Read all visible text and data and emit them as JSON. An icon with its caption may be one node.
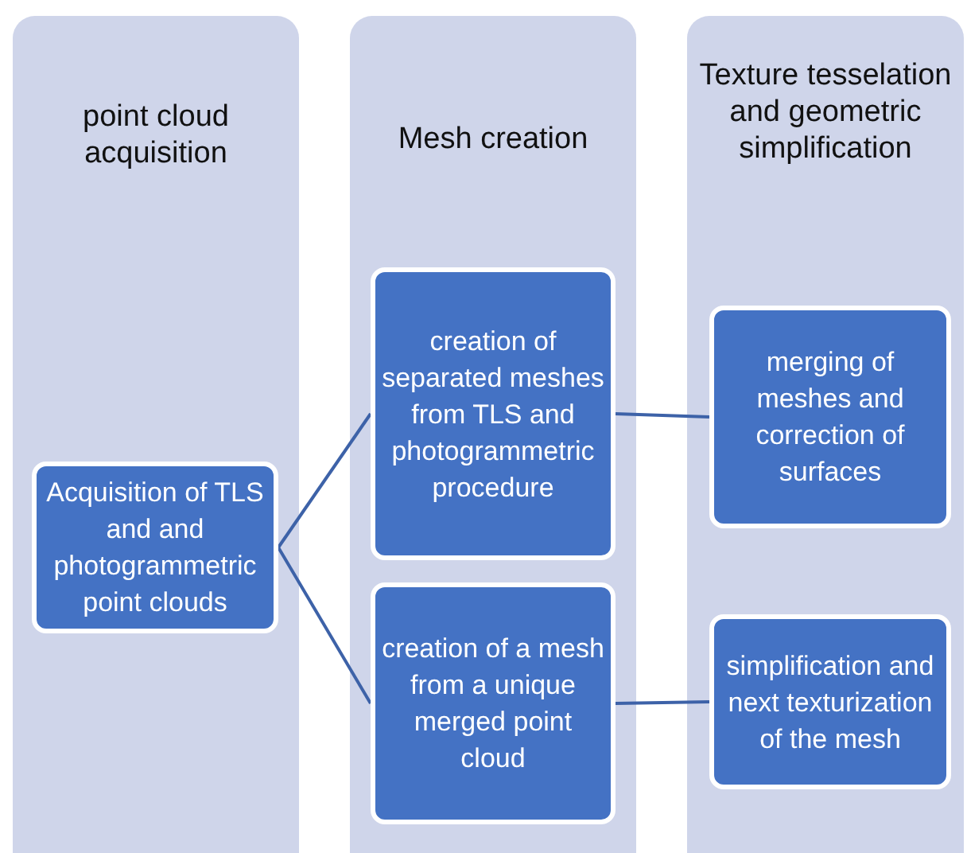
{
  "diagram": {
    "nodes": [
      {
        "text": [
          "point cloud acquisition"
        ]
      },
      {
        "text": [
          "Mesh creation"
        ]
      },
      {
        "text": [
          "Texture tesselation and geometric simplification"
        ]
      },
      {
        "text": [
          "Acquisition of TLS and and photogrammetric point clouds"
        ],
        "in": 0
      },
      {
        "text": [
          "creation of separated meshes from TLS and photogrammetric procedure"
        ],
        "in": 1
      },
      {
        "text": [
          "creation of a mesh from a unique merged point cloud"
        ],
        "in": 1
      },
      {
        "text": [
          "merging of meshes and correction of surfaces"
        ],
        "in": 2
      },
      {
        "text": [
          "simplification and next texturization of the mesh"
        ],
        "in": 2
      }
    ],
    "edges": [
      {
        "from": 3,
        "to": 4,
        "arrow": "none"
      },
      {
        "from": 3,
        "to": 5,
        "arrow": "none"
      },
      {
        "from": 4,
        "to": 6,
        "arrow": "none"
      },
      {
        "from": 5,
        "to": 7,
        "arrow": "none"
      }
    ]
  }
}
